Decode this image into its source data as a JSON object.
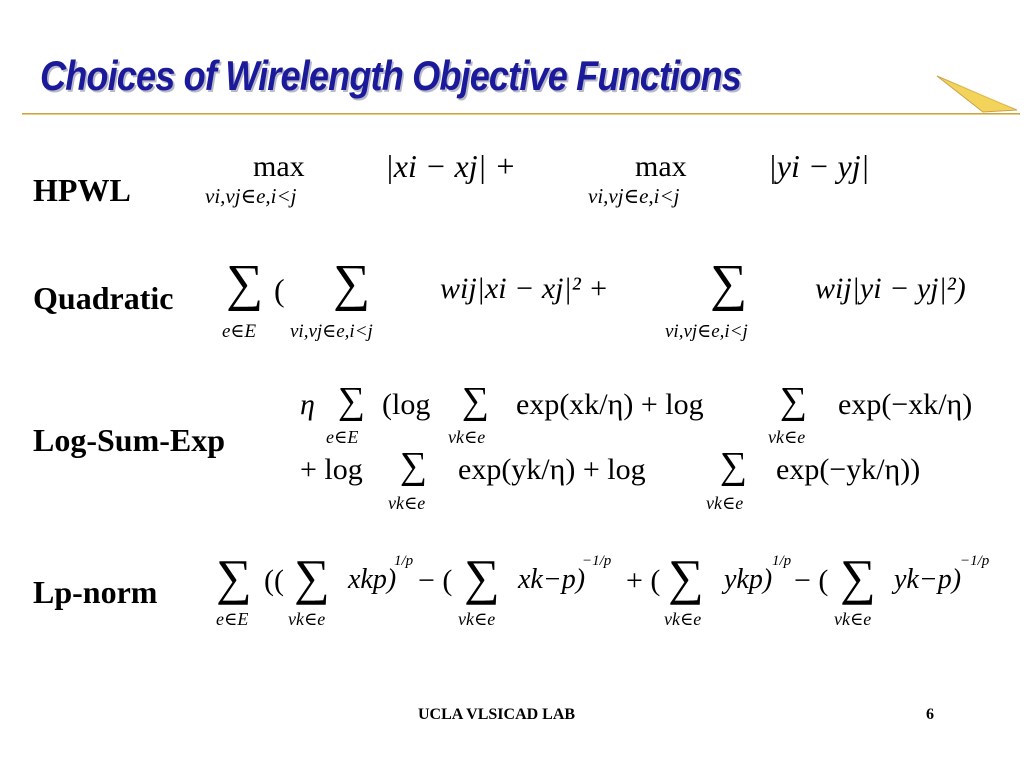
{
  "title": "Choices of Wirelength Objective Functions",
  "rows": [
    {
      "label": "HPWL"
    },
    {
      "label": "Quadratic"
    },
    {
      "label": "Log-Sum-Exp"
    },
    {
      "label": "Lp-norm"
    }
  ],
  "hpwl": {
    "max1": "max",
    "sub1": "vi,vj∈e,i<j",
    "abs1": "|xi − xj| +",
    "max2": "max",
    "sub2": "vi,vj∈e,i<j",
    "abs2": "|yi − yj|"
  },
  "quadratic": {
    "sum_outer": "∑",
    "sub_outer": "e∈E",
    "open": "(",
    "sum1": "∑",
    "sub1": "vi,vj∈e,i<j",
    "term1": "wij|xi − xj|² +",
    "sum2": "∑",
    "sub2": "vi,vj∈e,i<j",
    "term2": "wij|yi − yj|²)"
  },
  "lse": {
    "line1": {
      "eta": "η",
      "sum0": "∑",
      "sub0": "e∈E",
      "log1": "(log",
      "sum1": "∑",
      "sub1": "vk∈e",
      "exp1": "exp(xk/η) + log",
      "sum2": "∑",
      "sub2": "vk∈e",
      "exp2": "exp(−xk/η)"
    },
    "line2": {
      "log3": "+ log",
      "sum3": "∑",
      "sub3": "vk∈e",
      "exp3": "exp(yk/η) + log",
      "sum4": "∑",
      "sub4": "vk∈e",
      "exp4": "exp(−yk/η))"
    }
  },
  "lp": {
    "sum0": "∑",
    "sub0": "e∈E",
    "open": "((",
    "sum1": "∑",
    "sub1": "vk∈e",
    "t1": "xkp)",
    "e1": "1/p",
    "minus1": "− (",
    "sum2": "∑",
    "sub2": "vk∈e",
    "t2": "xk−p)",
    "e2": "−1/p",
    "plus": "+ (",
    "sum3": "∑",
    "sub3": "vk∈e",
    "t3": "ykp)",
    "e3": "1/p",
    "minus2": "− (",
    "sum4": "∑",
    "sub4": "vk∈e",
    "t4": "yk−p)",
    "e4": "−1/p"
  },
  "footer": {
    "lab": "UCLA VLSICAD LAB",
    "page": "6"
  },
  "colors": {
    "title": "#1a1a9a",
    "rule": "#c9a24a",
    "pointer": "#e8c23a"
  }
}
